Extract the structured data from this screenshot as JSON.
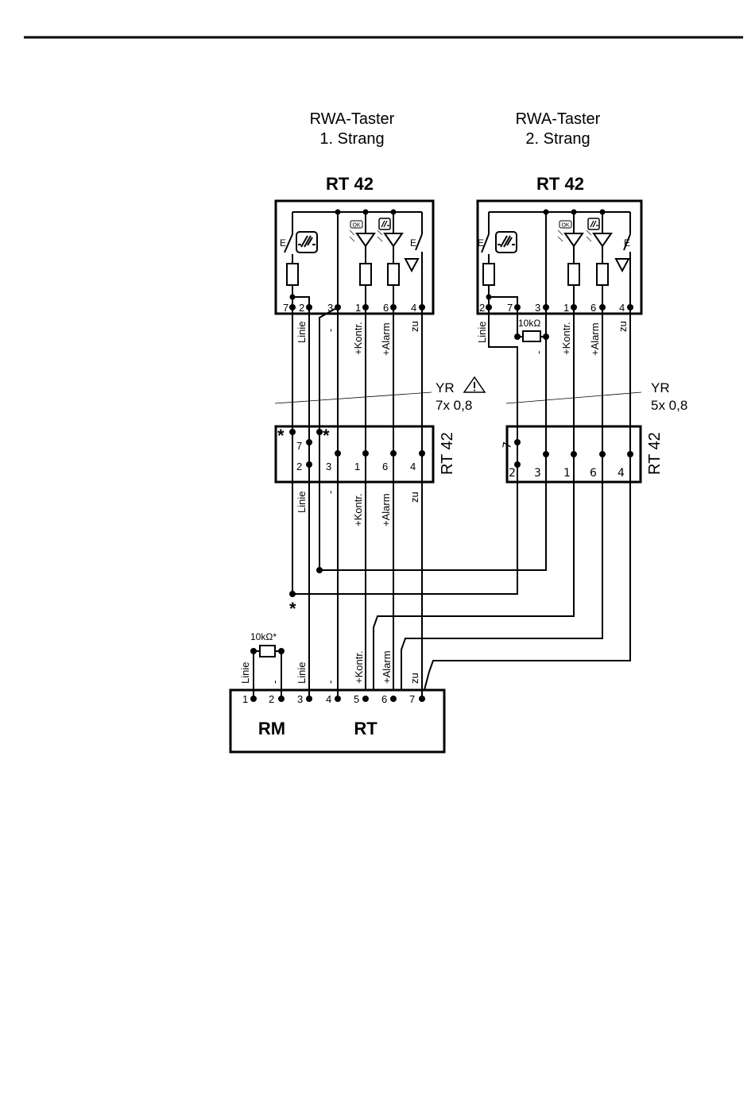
{
  "domain": "Diagram",
  "header_rule": true,
  "strang1": {
    "title_line1": "RWA-Taster",
    "title_line2": "1. Strang",
    "device": "RT 42",
    "pins": [
      "7",
      "2",
      "3",
      "1",
      "6",
      "4"
    ],
    "wire_labels": [
      "Linie",
      "-",
      "+Kontr.",
      "+Alarm",
      "zu"
    ]
  },
  "strang2": {
    "title_line1": "RWA-Taster",
    "title_line2": "2. Strang",
    "device": "RT 42",
    "pins": [
      "2",
      "7",
      "3",
      "1",
      "6",
      "4"
    ],
    "wire_labels": [
      "Linie",
      "-",
      "+Kontr.",
      "+Alarm",
      "zu"
    ],
    "resistor": "10kΩ"
  },
  "cable1": {
    "type": "YR",
    "spec": "7x 0,8",
    "warning_icon": "warning-triangle-icon"
  },
  "cable2": {
    "type": "YR",
    "spec": "5x 0,8"
  },
  "junction1": {
    "label": "RT 42",
    "pins_top": [
      "7"
    ],
    "pins_bottom": [
      "2",
      "3",
      "1",
      "6",
      "4"
    ],
    "star": "*",
    "wire_labels": [
      "Linie",
      "-",
      "+Kontr.",
      "+Alarm",
      "zu"
    ]
  },
  "junction2": {
    "label": "RT 42",
    "pins": [
      "7",
      "2",
      "3",
      "1",
      "6",
      "4"
    ]
  },
  "bridge_star": "*",
  "controller": {
    "left_label": "RM",
    "right_label": "RT",
    "pins": [
      "1",
      "2",
      "3",
      "4",
      "5",
      "6",
      "7"
    ],
    "wire_labels": [
      "Linie",
      "-",
      "Linie",
      "-",
      "+Kontr.",
      "+Alarm",
      "zu"
    ],
    "resistor": "10kΩ*"
  },
  "symbols": {
    "switch_label": "E",
    "ok_badge": "OK"
  }
}
